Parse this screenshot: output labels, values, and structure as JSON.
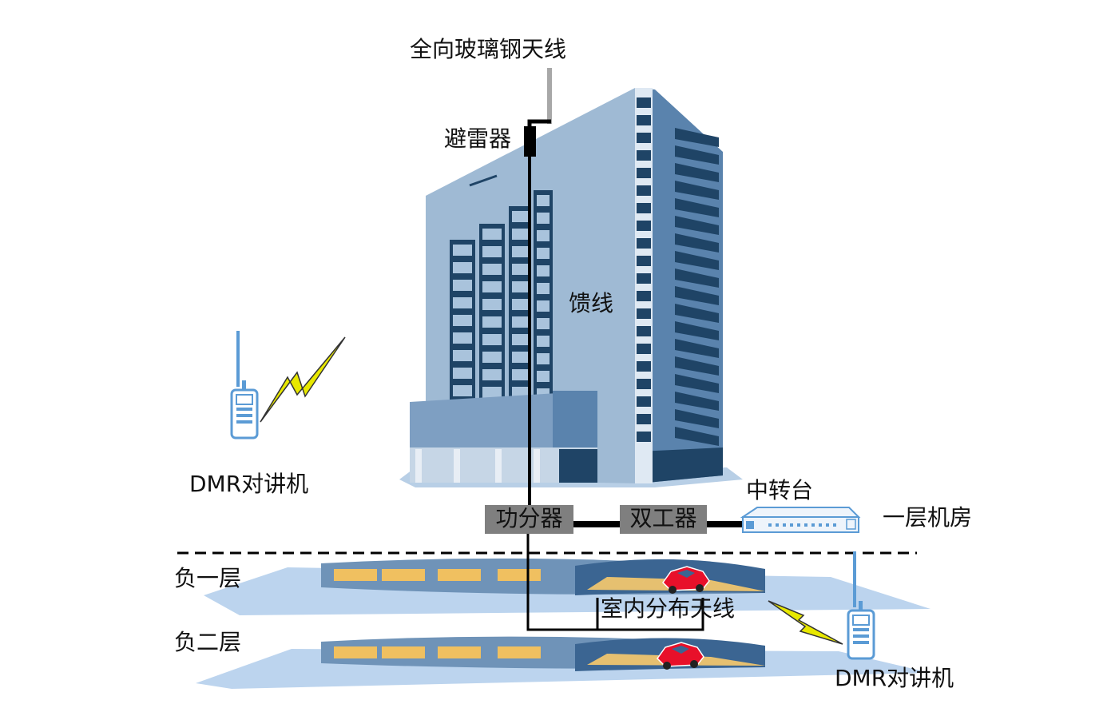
{
  "labels": {
    "antenna": "全向玻璃钢天线",
    "arrester": "避雷器",
    "feeder": "馈线",
    "walkie_left": "DMR对讲机",
    "walkie_right": "DMR对讲机",
    "splitter": "功分器",
    "duplexer": "双工器",
    "repeater": "中转台",
    "machine_room": "一层机房",
    "basement1": "负一层",
    "basement2": "负二层",
    "indoor_antenna": "室内分布天线"
  },
  "colors": {
    "building_front": "#9db8d2",
    "building_side": "#4f79a3",
    "building_dark": "#1f4466",
    "ground": "#bcd4ee",
    "cable": "#000000",
    "lightning": "#e8e800",
    "radio": "#5b9bd5",
    "car": "#e8102a",
    "box": "#7f7f7f",
    "parking_stripe": "#f0c060"
  }
}
